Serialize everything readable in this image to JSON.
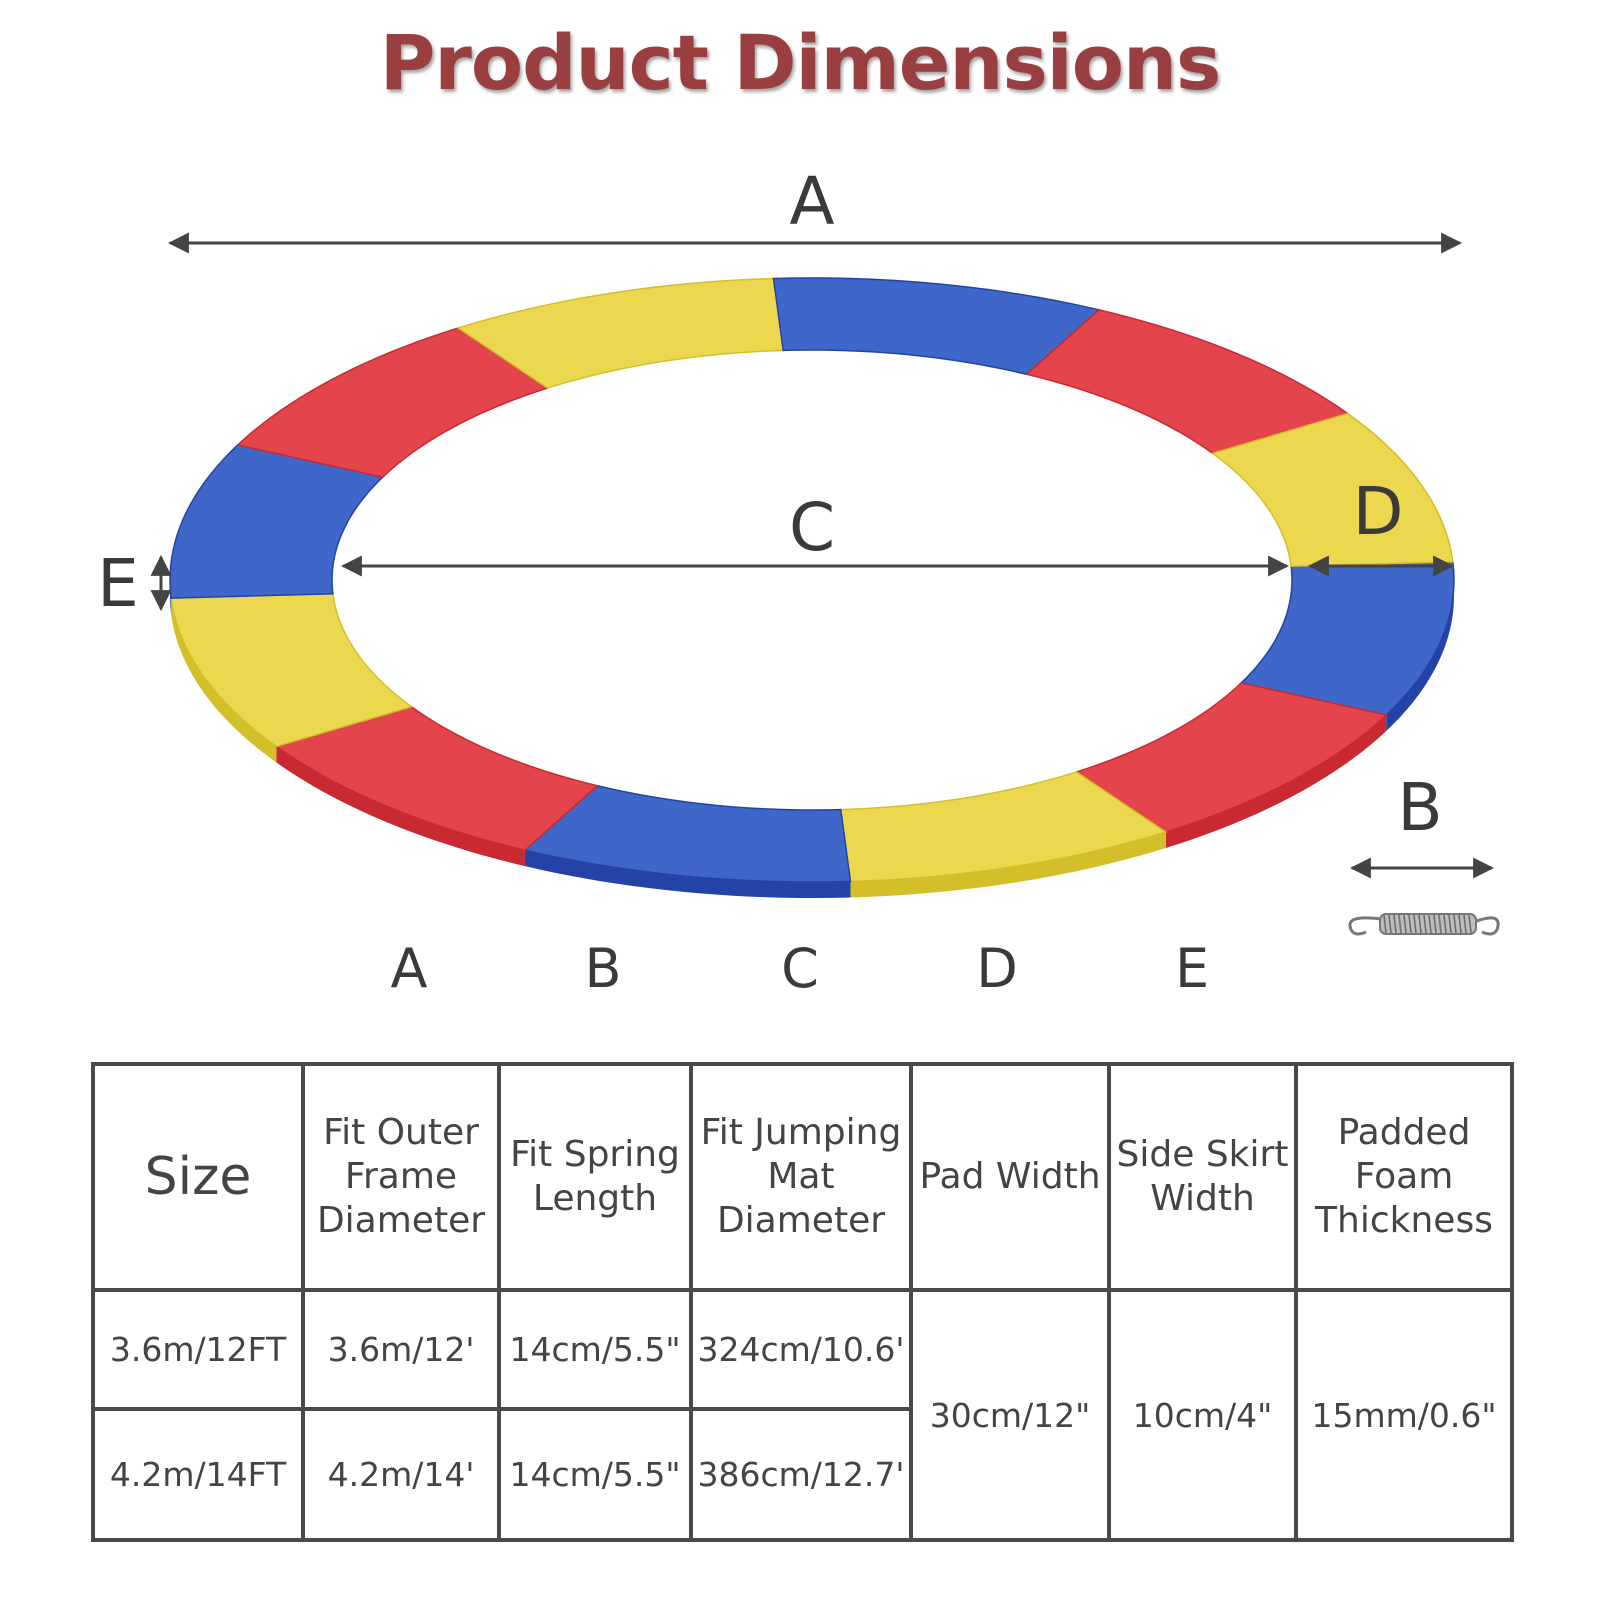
{
  "title": "Product Dimensions",
  "dimension_labels": {
    "outer_diameter": "A",
    "inner_diameter": "C",
    "pad_width": "D",
    "thickness": "E",
    "spring_length": "B"
  },
  "part_labels": [
    "A",
    "B",
    "C",
    "D",
    "E"
  ],
  "segment_colors": {
    "red": "#e4454c",
    "yellow": "#ecd84e",
    "blue": "#3f66c9"
  },
  "table": {
    "headers": [
      "Size",
      "Fit Outer Frame Diameter",
      "Fit Spring Length",
      "Fit Jumping Mat Diameter",
      "Pad Width",
      "Side Skirt Width",
      "Padded Foam Thickness"
    ],
    "rows": [
      [
        "3.6m/12FT",
        "3.6m/12'",
        "14cm/5.5\"",
        "324cm/10.6'"
      ],
      [
        "4.2m/14FT",
        "4.2m/14'",
        "14cm/5.5\"",
        "386cm/12.7'"
      ]
    ],
    "shared": {
      "pad_width": "30cm/12\"",
      "side_skirt_width": "10cm/4\"",
      "foam_thickness": "15mm/0.6\""
    }
  }
}
